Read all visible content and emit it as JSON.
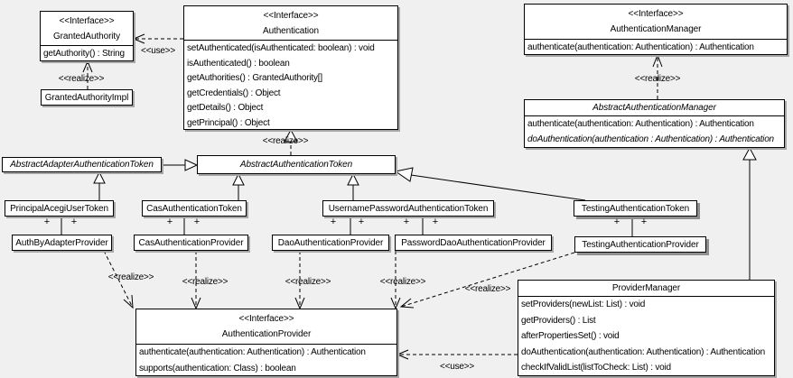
{
  "colors": {
    "background": "#f0f0f0",
    "box_fill": "#ffffff",
    "border": "#000000",
    "shadow": "#a6a6a6"
  },
  "labels": {
    "realize": "<<realize>>",
    "use": "<<use>>",
    "plus": "+"
  },
  "classes": {
    "granted_authority": {
      "stereotype": "<<Interface>>",
      "name": "GrantedAuthority",
      "methods": [
        "getAuthority() : String"
      ]
    },
    "granted_authority_impl": {
      "name": "GrantedAuthorityImpl"
    },
    "authentication": {
      "stereotype": "<<Interface>>",
      "name": "Authentication",
      "methods": [
        "setAuthenticated(isAuthenticated: boolean) : void",
        "isAuthenticated() : boolean",
        "getAuthorities() : GrantedAuthority[]",
        "getCredentials() : Object",
        "getDetails() : Object",
        "getPrincipal() : Object"
      ]
    },
    "authentication_manager": {
      "stereotype": "<<Interface>>",
      "name": "AuthenticationManager",
      "methods": [
        "authenticate(authentication: Authentication) : Authentication"
      ]
    },
    "abstract_authentication_manager": {
      "name": "AbstractAuthenticationManager",
      "methods": [
        "authenticate(authentication: Authentication) : Authentication",
        "doAuthentication(authentication : Authentication) : Authentication"
      ]
    },
    "abstract_adapter_authentication_token": {
      "name": "AbstractAdapterAuthenticationToken"
    },
    "abstract_authentication_token": {
      "name": "AbstractAuthenticationToken"
    },
    "principal_acegi_user_token": {
      "name": "PrincipalAcegiUserToken"
    },
    "cas_authentication_token": {
      "name": "CasAuthenticationToken"
    },
    "username_password_authentication_token": {
      "name": "UsernamePasswordAuthenticationToken"
    },
    "testing_authentication_token": {
      "name": "TestingAuthenticationToken"
    },
    "auth_by_adapter_provider": {
      "name": "AuthByAdapterProvider"
    },
    "cas_authentication_provider": {
      "name": "CasAuthenticationProvider"
    },
    "dao_authentication_provider": {
      "name": "DaoAuthenticationProvider"
    },
    "password_dao_authentication_provider": {
      "name": "PasswordDaoAuthenticationProvider"
    },
    "testing_authentication_provider": {
      "name": "TestingAuthenticationProvider"
    },
    "authentication_provider": {
      "stereotype": "<<Interface>>",
      "name": "AuthenticationProvider",
      "methods": [
        "authenticate(authentication: Authentication) : Authentication",
        "supports(authentication: Class) : boolean"
      ]
    },
    "provider_manager": {
      "name": "ProviderManager",
      "methods": [
        "setProviders(newList: List) : void",
        "getProviders() : List",
        "afterPropertiesSet() : void",
        "doAuthentication(authentication: Authentication) : Authentication",
        "checkIfValidList(listToCheck: List) : void"
      ]
    }
  },
  "relationships": [
    {
      "from": "GrantedAuthorityImpl",
      "to": "GrantedAuthority",
      "type": "realize"
    },
    {
      "from": "Authentication",
      "to": "GrantedAuthority",
      "type": "use"
    },
    {
      "from": "AbstractAuthenticationToken",
      "to": "Authentication",
      "type": "realize"
    },
    {
      "from": "AbstractAuthenticationManager",
      "to": "AuthenticationManager",
      "type": "realize"
    },
    {
      "from": "AbstractAdapterAuthenticationToken",
      "to": "AbstractAuthenticationToken",
      "type": "generalization"
    },
    {
      "from": "PrincipalAcegiUserToken",
      "to": "AbstractAdapterAuthenticationToken",
      "type": "generalization"
    },
    {
      "from": "CasAuthenticationToken",
      "to": "AbstractAuthenticationToken",
      "type": "generalization"
    },
    {
      "from": "UsernamePasswordAuthenticationToken",
      "to": "AbstractAuthenticationToken",
      "type": "generalization"
    },
    {
      "from": "TestingAuthenticationToken",
      "to": "AbstractAuthenticationToken",
      "type": "generalization"
    },
    {
      "from": "ProviderManager",
      "to": "AbstractAuthenticationManager",
      "type": "generalization"
    },
    {
      "from": "PrincipalAcegiUserToken",
      "to": "AuthByAdapterProvider",
      "type": "association",
      "end_labels": [
        "+",
        "+"
      ]
    },
    {
      "from": "CasAuthenticationToken",
      "to": "CasAuthenticationProvider",
      "type": "association",
      "end_labels": [
        "+",
        "+"
      ]
    },
    {
      "from": "UsernamePasswordAuthenticationToken",
      "to": "DaoAuthenticationProvider",
      "type": "association",
      "end_labels": [
        "+",
        "+"
      ]
    },
    {
      "from": "UsernamePasswordAuthenticationToken",
      "to": "PasswordDaoAuthenticationProvider",
      "type": "association",
      "end_labels": [
        "+",
        "+"
      ]
    },
    {
      "from": "TestingAuthenticationToken",
      "to": "TestingAuthenticationProvider",
      "type": "association",
      "end_labels": [
        "+",
        "+"
      ]
    },
    {
      "from": "AuthByAdapterProvider",
      "to": "AuthenticationProvider",
      "type": "realize"
    },
    {
      "from": "CasAuthenticationProvider",
      "to": "AuthenticationProvider",
      "type": "realize"
    },
    {
      "from": "DaoAuthenticationProvider",
      "to": "AuthenticationProvider",
      "type": "realize"
    },
    {
      "from": "PasswordDaoAuthenticationProvider",
      "to": "AuthenticationProvider",
      "type": "realize"
    },
    {
      "from": "TestingAuthenticationProvider",
      "to": "AuthenticationProvider",
      "type": "realize"
    },
    {
      "from": "ProviderManager",
      "to": "AuthenticationProvider",
      "type": "use"
    }
  ]
}
